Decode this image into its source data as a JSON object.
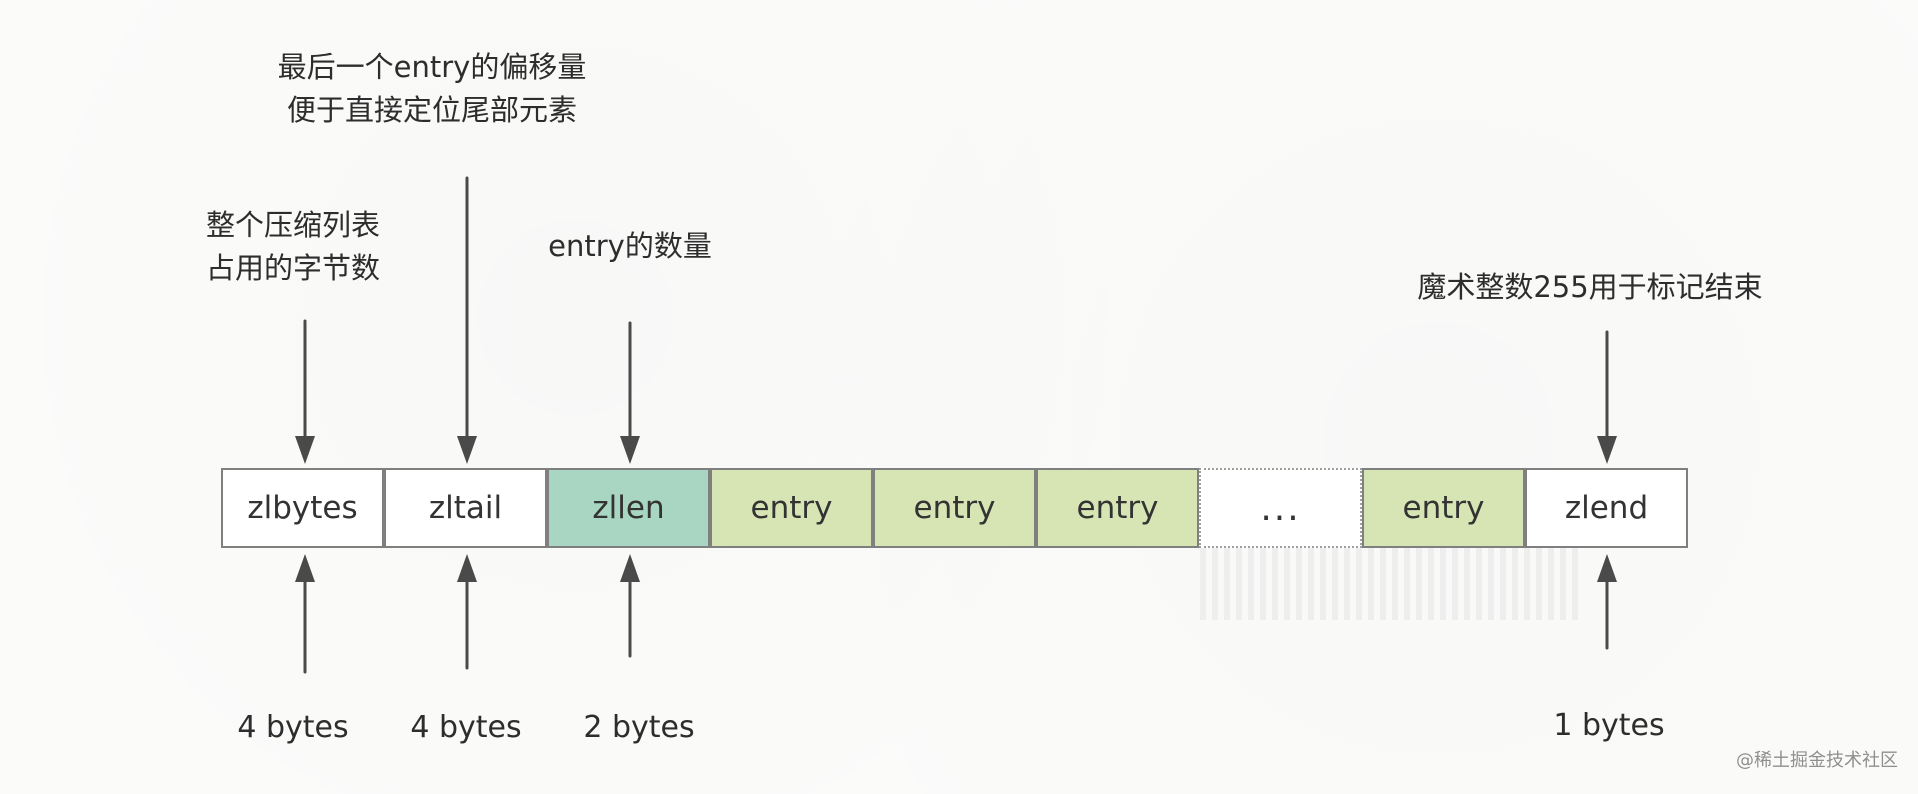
{
  "labels": {
    "zlbytes_desc_line1": "整个压缩列表",
    "zlbytes_desc_line2": "占用的字节数",
    "zltail_desc_line1": "最后一个entry的偏移量",
    "zltail_desc_line2": "便于直接定位尾部元素",
    "zllen_desc": "entry的数量",
    "zlend_desc": "魔术整数255用于标记结束"
  },
  "cells": [
    {
      "label": "zlbytes",
      "color": "#ffffff"
    },
    {
      "label": "zltail",
      "color": "#ffffff"
    },
    {
      "label": "zllen",
      "color": "#a8d6c2"
    },
    {
      "label": "entry",
      "color": "#d7e5b4"
    },
    {
      "label": "entry",
      "color": "#d7e5b4"
    },
    {
      "label": "entry",
      "color": "#d7e5b4"
    },
    {
      "label": "...",
      "color": "#ffffff"
    },
    {
      "label": "entry",
      "color": "#d7e5b4"
    },
    {
      "label": "zlend",
      "color": "#ffffff"
    }
  ],
  "sizes": {
    "zlbytes": "4 bytes",
    "zltail": "4 bytes",
    "zllen": "2 bytes",
    "zlend": "1 bytes"
  },
  "watermark": "@稀土掘金技术社区"
}
